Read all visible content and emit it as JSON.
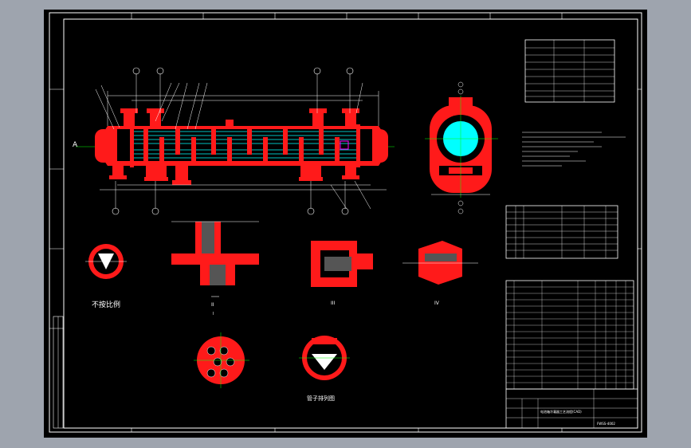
{
  "colors": {
    "background": "#9ea4ae",
    "canvas": "#000000",
    "frame": "#ffffff",
    "vessel": "#ff1a1a",
    "tubes": "#00ffff",
    "centerline": "#00ff00",
    "marker": "#ff00ff"
  },
  "views": {
    "scale_note": "不按比例",
    "detail_II": "II",
    "detail_I": "I",
    "detail_III": "III",
    "detail_IV": "IV",
    "tube_layout_label": "管子排列图",
    "left_mark": "A"
  },
  "title_block": {
    "title_text": "电池箱冷凝器工艺流程(CAD)",
    "drawing_number": "FWSS-4002"
  }
}
